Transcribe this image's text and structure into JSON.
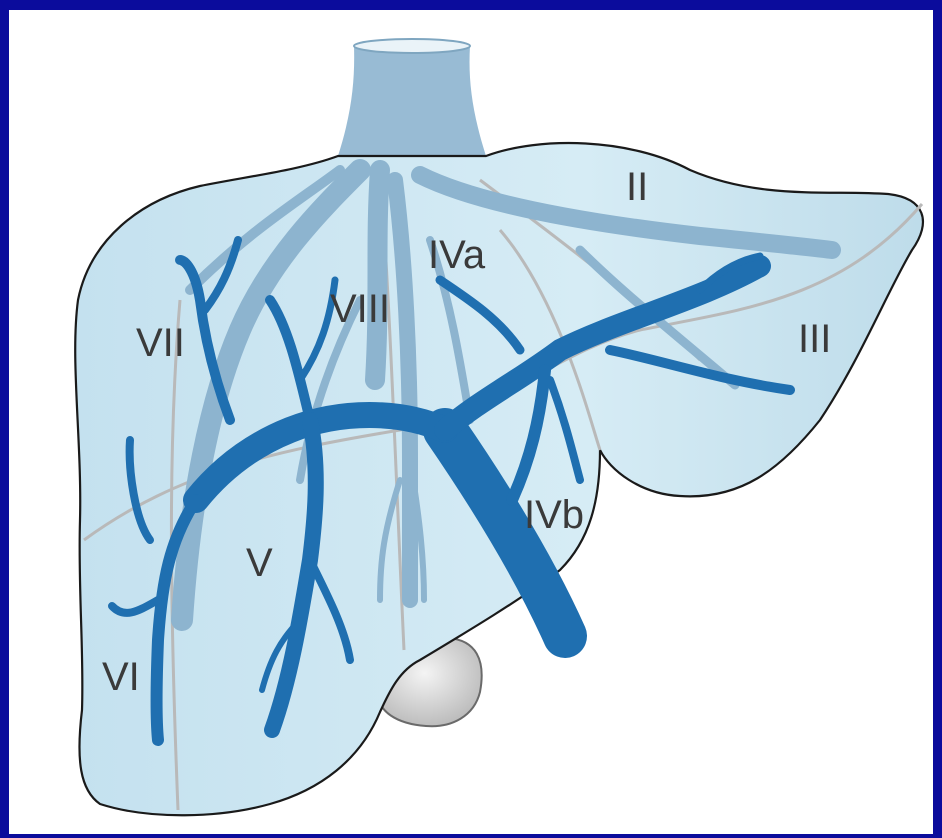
{
  "diagram": {
    "segments": {
      "II": "II",
      "III": "III",
      "IVa": "IVa",
      "IVb": "IVb",
      "V": "V",
      "VI": "VI",
      "VII": "VII",
      "VIII": "VIII"
    },
    "colors": {
      "frame": "#0b0c9c",
      "liver_fill": "#cfe7f2",
      "portal_vein": "#1f6fb0",
      "hepatic_vein": "#8db4cf",
      "plane_line": "#b9b9b9",
      "gallbladder": "#cfcfcf",
      "label": "#3a3a3a"
    }
  }
}
